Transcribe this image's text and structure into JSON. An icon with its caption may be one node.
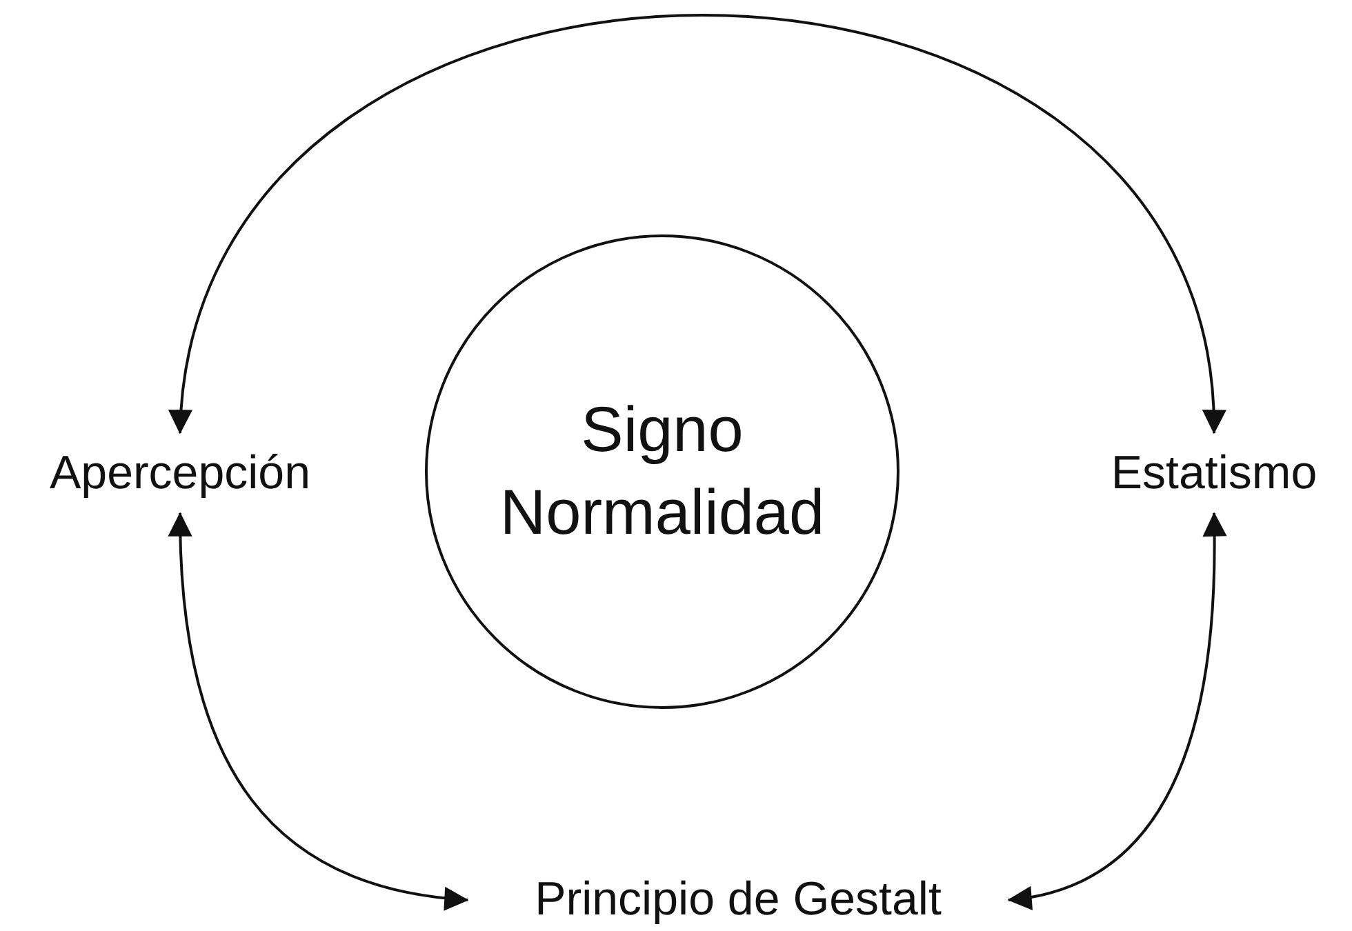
{
  "diagram": {
    "nodes": [
      {
        "text": [
          "Signo Normalidad"
        ]
      },
      {
        "text": [
          "Apercepción"
        ]
      },
      {
        "text": [
          "Estatismo"
        ]
      },
      {
        "text": [
          "Principio de Gestalt"
        ]
      }
    ],
    "edges": [
      {
        "from": 1,
        "to": 2,
        "arrow": "both"
      },
      {
        "from": 1,
        "to": 3,
        "arrow": "both"
      },
      {
        "from": 2,
        "to": 3,
        "arrow": "both"
      }
    ]
  }
}
